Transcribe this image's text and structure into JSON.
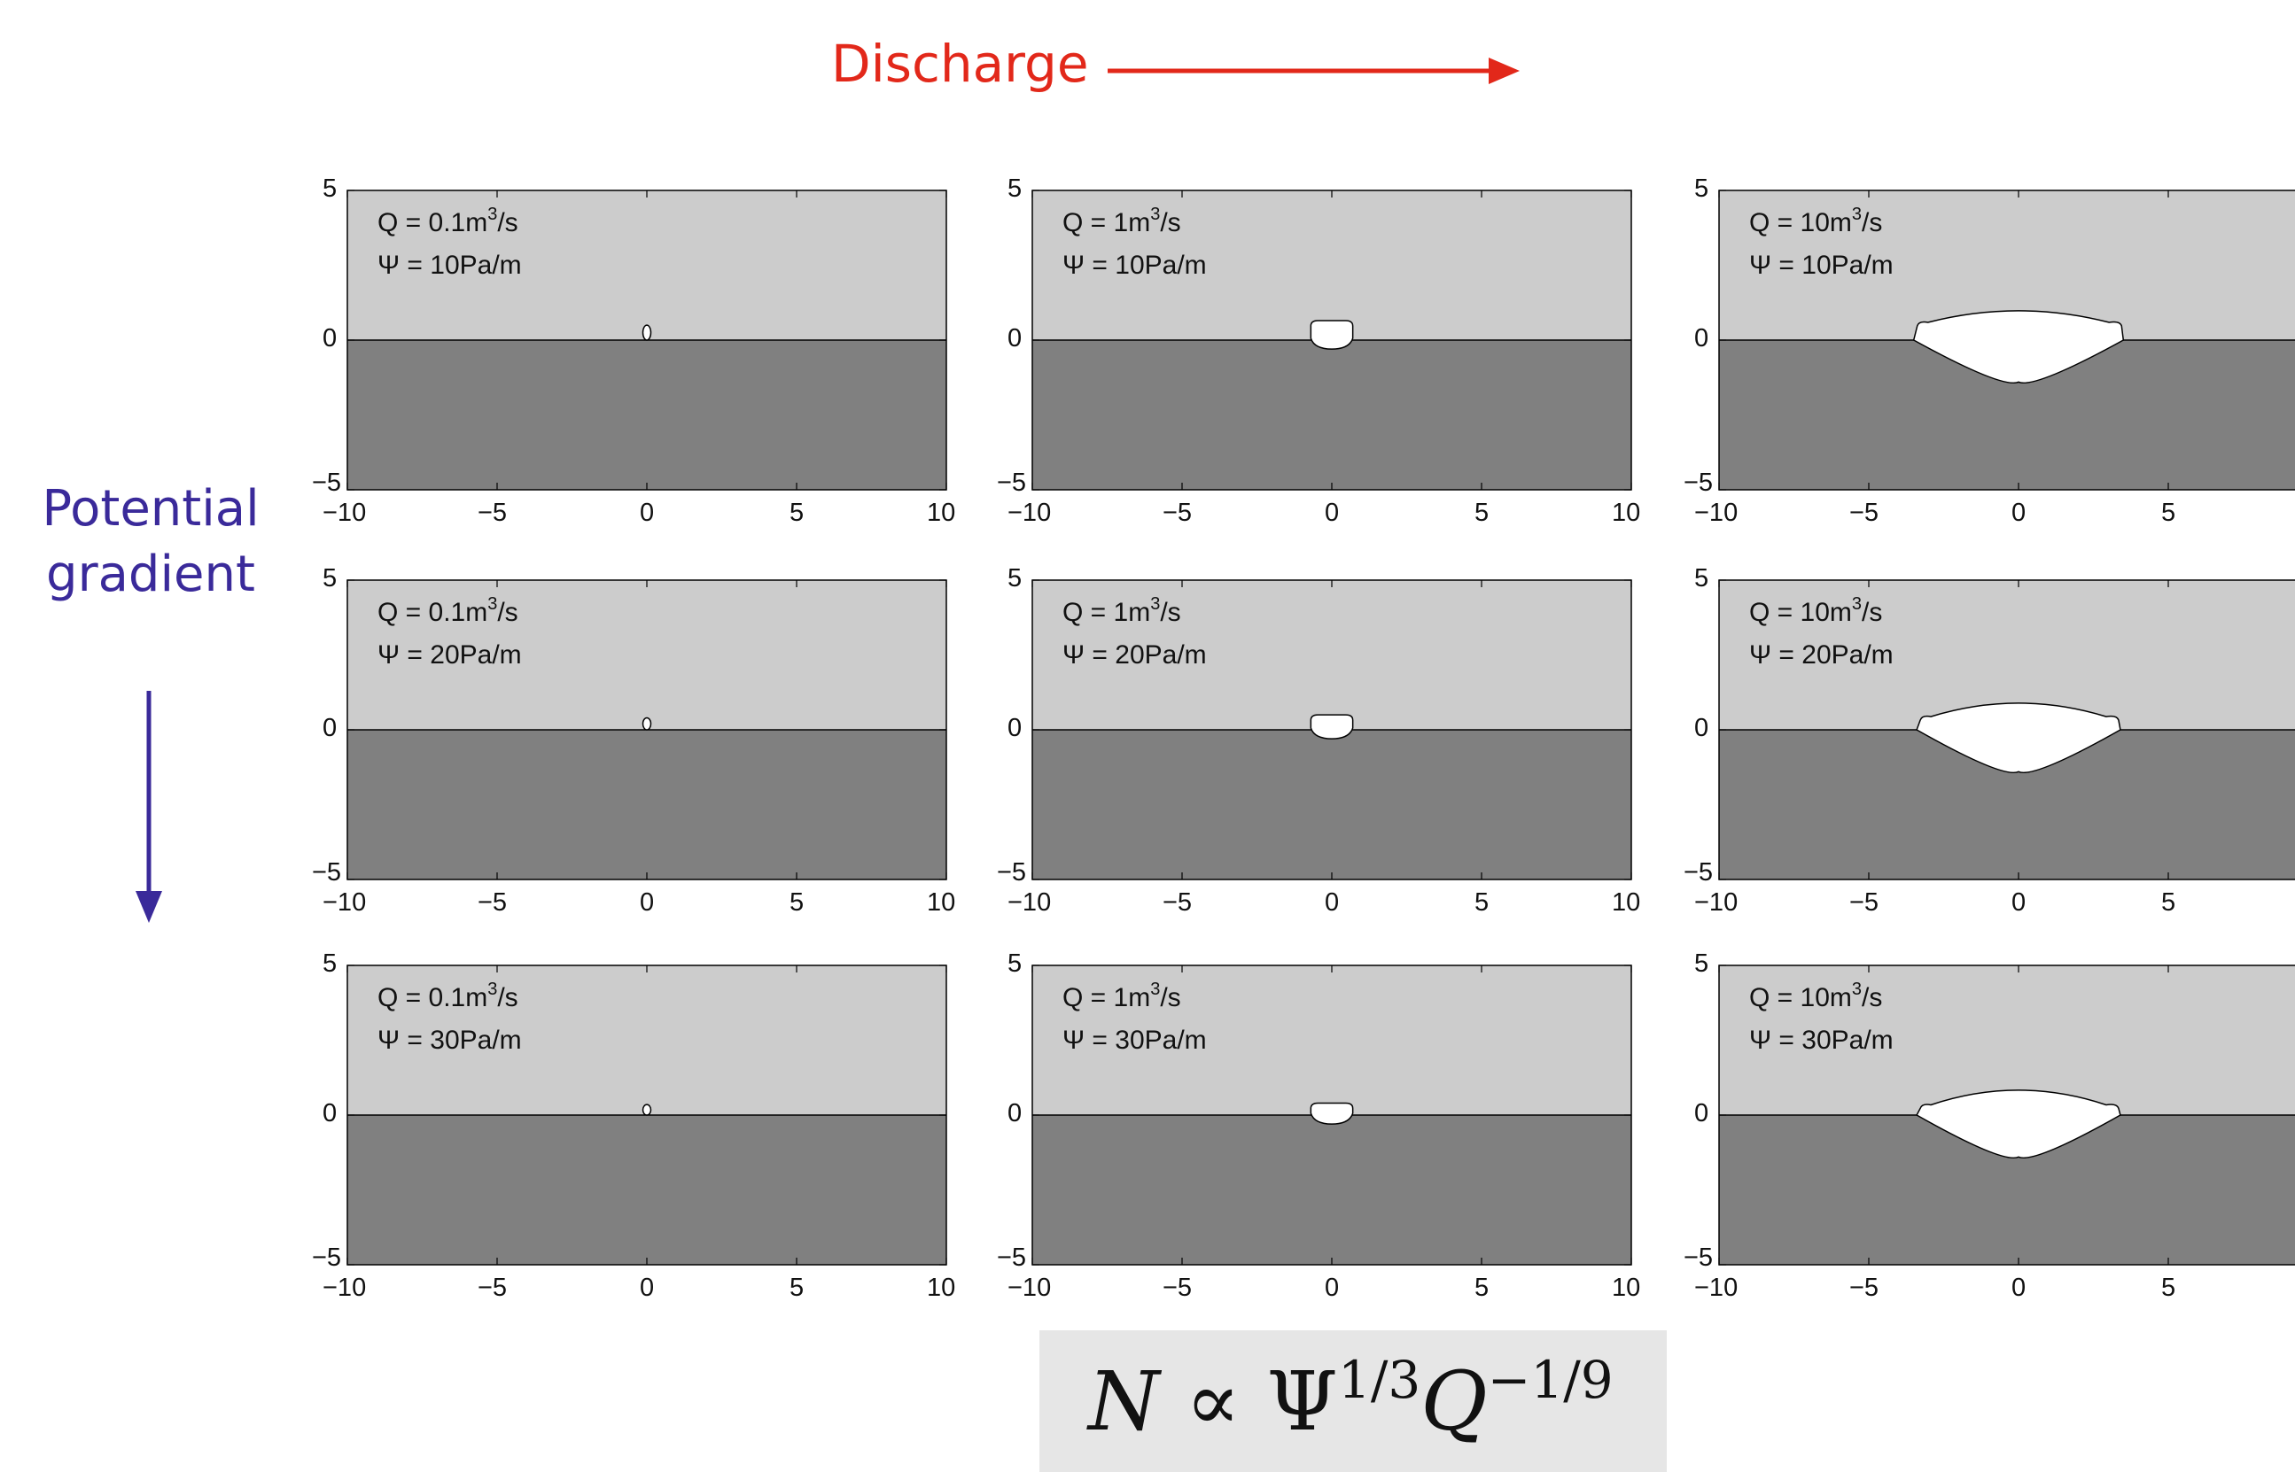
{
  "header": {
    "discharge_label": "Discharge"
  },
  "sidebar": {
    "potential_label_line1": "Potential",
    "potential_label_line2": "gradient"
  },
  "formula": {
    "n": "N",
    "prop": "∝",
    "psi": "Ψ",
    "psi_exp": "1/3",
    "q": "Q",
    "q_exp": "−1/9"
  },
  "colors": {
    "discharge": "#e2281a",
    "potential": "#3a2a9a",
    "upper": "#cccccc",
    "lower": "#808080",
    "channel": "#ffffff"
  },
  "x_ticks": [
    "−10",
    "−5",
    "0",
    "5",
    "10"
  ],
  "y_ticks": [
    "5",
    "0",
    "−5"
  ],
  "panels": [
    {
      "q_text": "Q = 0.1m",
      "q_unit": "/s",
      "psi_text": "Ψ = 10Pa/m",
      "q_value": 0.1,
      "psi_value": 10
    },
    {
      "q_text": "Q = 1m",
      "q_unit": "/s",
      "psi_text": "Ψ = 10Pa/m",
      "q_value": 1,
      "psi_value": 10
    },
    {
      "q_text": "Q = 10m",
      "q_unit": "/s",
      "psi_text": "Ψ = 10Pa/m",
      "q_value": 10,
      "psi_value": 10
    },
    {
      "q_text": "Q = 0.1m",
      "q_unit": "/s",
      "psi_text": "Ψ = 20Pa/m",
      "q_value": 0.1,
      "psi_value": 20
    },
    {
      "q_text": "Q = 1m",
      "q_unit": "/s",
      "psi_text": "Ψ = 20Pa/m",
      "q_value": 1,
      "psi_value": 20
    },
    {
      "q_text": "Q = 10m",
      "q_unit": "/s",
      "psi_text": "Ψ = 20Pa/m",
      "q_value": 10,
      "psi_value": 20
    },
    {
      "q_text": "Q = 0.1m",
      "q_unit": "/s",
      "psi_text": "Ψ = 30Pa/m",
      "q_value": 0.1,
      "psi_value": 30
    },
    {
      "q_text": "Q = 1m",
      "q_unit": "/s",
      "psi_text": "Ψ = 30Pa/m",
      "q_value": 1,
      "psi_value": 30
    },
    {
      "q_text": "Q = 10m",
      "q_unit": "/s",
      "psi_text": "Ψ = 30Pa/m",
      "q_value": 10,
      "psi_value": 30
    }
  ],
  "chart_data": {
    "type": "area",
    "xlim": [
      -10,
      10
    ],
    "ylim": [
      -5,
      5
    ],
    "x_ticks": [
      -10,
      -5,
      0,
      5,
      10
    ],
    "y_ticks": [
      -5,
      0,
      5
    ],
    "channels": [
      {
        "Q": 0.1,
        "Psi": 10,
        "x_min": -0.1,
        "x_max": 0.1,
        "y_top": 0.5,
        "y_bottom": 0
      },
      {
        "Q": 1,
        "Psi": 10,
        "x_min": -0.7,
        "x_max": 0.7,
        "y_top": 0.65,
        "y_bottom": -0.3
      },
      {
        "Q": 10,
        "Psi": 10,
        "x_min": -3.5,
        "x_max": 3.5,
        "y_top": 0.65,
        "y_bottom": -1.4
      },
      {
        "Q": 0.1,
        "Psi": 20,
        "x_min": -0.1,
        "x_max": 0.1,
        "y_top": 0.4,
        "y_bottom": 0
      },
      {
        "Q": 1,
        "Psi": 20,
        "x_min": -0.7,
        "x_max": 0.7,
        "y_top": 0.5,
        "y_bottom": -0.3
      },
      {
        "Q": 10,
        "Psi": 20,
        "x_min": -3.4,
        "x_max": 3.4,
        "y_top": 0.5,
        "y_bottom": -1.4
      },
      {
        "Q": 0.1,
        "Psi": 30,
        "x_min": -0.1,
        "x_max": 0.1,
        "y_top": 0.35,
        "y_bottom": 0
      },
      {
        "Q": 1,
        "Psi": 30,
        "x_min": -0.7,
        "x_max": 0.7,
        "y_top": 0.4,
        "y_bottom": -0.3
      },
      {
        "Q": 10,
        "Psi": 30,
        "x_min": -3.4,
        "x_max": 3.4,
        "y_top": 0.4,
        "y_bottom": -1.4
      }
    ]
  }
}
